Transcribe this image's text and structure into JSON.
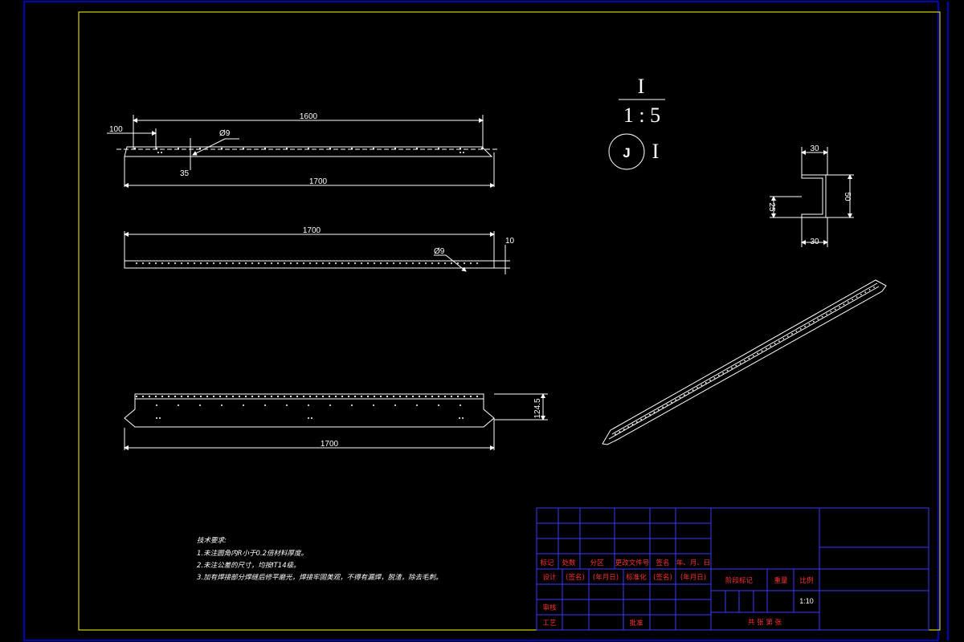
{
  "detail": {
    "label": "I",
    "scale": "1 : 5",
    "marker_letter": "J",
    "marker_label": "I"
  },
  "dims": {
    "front_overall_top": "1600",
    "front_offset": "100",
    "front_hole_dia": "Ø9",
    "front_depth": "35",
    "front_overall_bottom": "1700",
    "top_overall": "1700",
    "top_thickness": "10",
    "top_hole_dia": "Ø9",
    "flat_overall": "1700",
    "flat_height": "124.5",
    "section_top": "30",
    "section_height": "50",
    "section_inner": "25",
    "section_bottom": "30"
  },
  "notes": {
    "title": "技术要求:",
    "lines": [
      "1.未注圆角内R小于0.2倍材料厚度。",
      "2.未注公差的尺寸，均按IT14级。",
      "3.加有焊接部分焊缝后修平磨光，焊接牢固美观，不得有漏焊，脱渣，除去毛刺。"
    ]
  },
  "title_block": {
    "row_labels": [
      "标记",
      "处数",
      "分区",
      "更改文件号",
      "签名",
      "年、月、日"
    ],
    "design_row": [
      "设计",
      "(签名)",
      "(年月日)",
      "标准化",
      "(签名)",
      "(年月日)"
    ],
    "review": "审核",
    "process": "工艺",
    "approve": "批准",
    "stage_header": "阶段标记",
    "weight_header": "重量",
    "scale_header": "比例",
    "scale_value": "1:10",
    "sheets": "共 张 第 张"
  },
  "colors": {
    "frame": "#ffff00",
    "border": "#0000ff",
    "lines": "#ffffff",
    "table": "#3a3aff"
  }
}
